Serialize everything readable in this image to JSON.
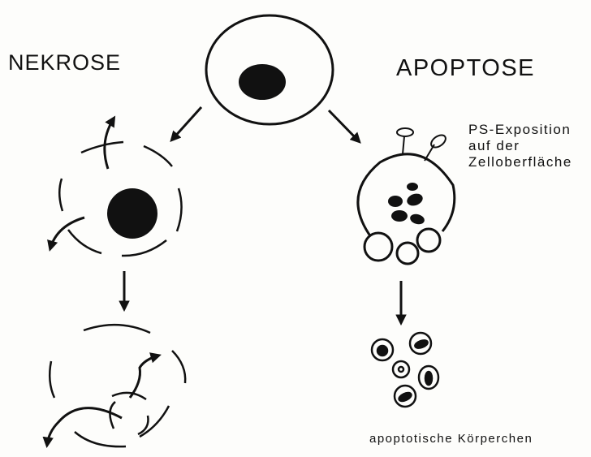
{
  "labels": {
    "necrosis": "NEKROSE",
    "apoptosis": "APOPTOSE",
    "ps_exposure_line1": "PS-Exposition",
    "ps_exposure_line2": "auf der",
    "ps_exposure_line3": "Zelloberfläche",
    "apoptotic_bodies": "apoptotische Körperchen"
  },
  "colors": {
    "ink": "#111111",
    "background": "#fdfdfb"
  }
}
